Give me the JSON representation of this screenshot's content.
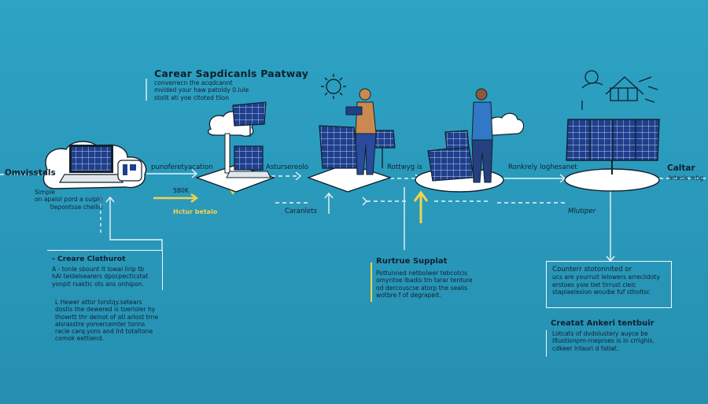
{
  "header": {
    "title": "Carear Sapdicanls Paatway",
    "lines": [
      "converrecn the acqdcannt",
      "mvided your haw patoldy 0.lule",
      "stolit ati yoe cltoted tlion"
    ]
  },
  "start": {
    "title": "Omvisstals",
    "lines": [
      "Simple",
      "on apalol pord a suiple",
      "tiepontsse cheilin"
    ]
  },
  "stations": {
    "s1_label": "punoferetyacation",
    "s1_sub": "5B0K",
    "s1_bottom": "Hctur betalo",
    "s2_label": "Astursereolo",
    "s2_bottom": "Caranlets",
    "s3_label": "Rottwyg is",
    "s4_label": "Ronkrely loghesanet",
    "s4_bottom": "Mlutiper",
    "end_title": "Caltar",
    "end_sub": "Intesis mbg"
  },
  "boxes": {
    "left": {
      "title": "- Creare Clathurot",
      "lines1": [
        "A - tonle sbount It lowal lirip tb",
        "hAl teldelsearers dpocpecticstat",
        "yonpit rsaktic ots ans onhipon."
      ],
      "lines2": [
        "L Hewer attor torstqy.setears",
        "dostis the dewered is toerloler hy",
        "thowrtt thr delnot of atl arlost trne",
        "alsrasstre yomercemter tonns",
        "racle carq.yons and Int totaltone",
        "comok eettiend."
      ]
    },
    "mid": {
      "title": "Rurtrue Supplat",
      "lines": [
        "Pottunned netbolwer tebcotcis",
        "omyntoe lbadis tm tarar tenture",
        "od dercouscse atorp the sealis",
        "wotbre f of degrapeit."
      ]
    },
    "right": {
      "lines": [
        "Counterr stotonnited or",
        "ucs are yourruit lelowers arreclidoty",
        "erstoes yoie tlet tlrrust clelc",
        "staplaelesion wouibe fuf stholtsr."
      ]
    },
    "right2": {
      "title": "Creatat Ankeri tentbuir",
      "lines": [
        "Lotcats of dvdolustery auyce be",
        "Iltustionpm-rneproes is in crrighis.",
        "cdkeer lrilauri d fatlat."
      ]
    }
  }
}
